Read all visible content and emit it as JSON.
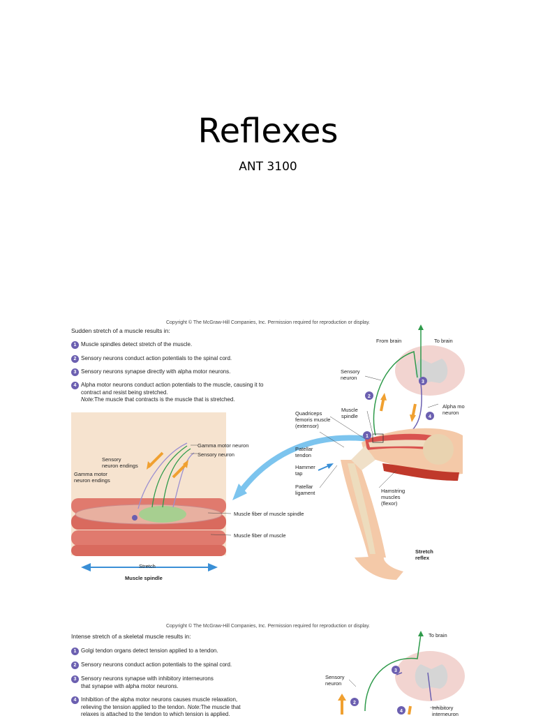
{
  "slide": {
    "title": "Reflexes",
    "subtitle": "ANT 3100"
  },
  "figure1": {
    "copyright": "Copyright © The McGraw-Hill Companies, Inc. Permission required for reproduction or display.",
    "intro": "Sudden stretch of a muscle results in:",
    "steps": [
      {
        "num": "1",
        "text": "Muscle spindles detect stretch of the muscle."
      },
      {
        "num": "2",
        "text": "Sensory neurons conduct action potentials to the spinal cord."
      },
      {
        "num": "3",
        "text": "Sensory neurons synapse directly with alpha motor neurons."
      },
      {
        "num": "4",
        "text": "Alpha motor neurons conduct action potentials to the muscle, causing it to"
      }
    ],
    "step4_cont": "contract and resist being stretched.",
    "note_label": "Note:",
    "note_text": " The muscle that contracts is the muscle that is stretched.",
    "labels": {
      "from_brain": "From brain",
      "to_brain": "To brain",
      "sensory_neuron_1": "Sensory",
      "sensory_neuron_2": "neuron",
      "alpha_1": "Alpha mo",
      "alpha_2": "neuron",
      "quad_1": "Quadriceps",
      "quad_2": "femoris muscle",
      "quad_3": "(extensor)",
      "muscle_spindle_1": "Muscle",
      "muscle_spindle_2": "spindle",
      "patellar_tendon_1": "Patellar",
      "patellar_tendon_2": "tendon",
      "hammer_1": "Hammer",
      "hammer_2": "tap",
      "patellar_lig_1": "Patellar",
      "patellar_lig_2": "ligament",
      "hamstring_1": "Hamstring",
      "hamstring_2": "muscles",
      "hamstring_3": "(flexor)",
      "stretch_reflex_1": "Stretch",
      "stretch_reflex_2": "reflex",
      "gamma_motor_neuron": "Gamma motor neuron",
      "sensory_neuron": "Sensory neuron",
      "sensory_endings_1": "Sensory",
      "sensory_endings_2": "neuron endings",
      "gamma_endings_1": "Gamma motor",
      "gamma_endings_2": "neuron endings",
      "fiber_spindle": "Muscle fiber of muscle spindle",
      "fiber_muscle": "Muscle fiber of muscle",
      "stretch": "Stretch",
      "muscle_spindle_caption": "Muscle spindle"
    },
    "markers": [
      "1",
      "2",
      "3",
      "4"
    ]
  },
  "figure2": {
    "copyright": "Copyright © The McGraw-Hill Companies, Inc. Permission required for reproduction or display.",
    "intro": "Intense stretch of a skeletal muscle results in:",
    "steps": [
      {
        "num": "1",
        "text": "Golgi tendon organs detect tension applied to a tendon."
      },
      {
        "num": "2",
        "text": "Sensory neurons conduct action potentials to the spinal cord."
      },
      {
        "num": "3",
        "text": "Sensory neurons synapse with inhibitory interneurons"
      },
      {
        "num": "4",
        "text": "Inhibition of the alpha motor neurons causes muscle relaxation,"
      }
    ],
    "step3_cont": "that synapse with alpha motor neurons.",
    "step4_cont": "relieving the tension applied to the tendon.",
    "note_label": "Note:",
    "note_text": " The muscle that",
    "step4_cont2": "relaxes is attached to the tendon to which tension is applied.",
    "labels": {
      "to_brain": "To brain",
      "sensory_1": "Sensory",
      "sensory_2": "neuron",
      "inhibitory_1": "Inhibitory",
      "inhibitory_2": "interneuron"
    },
    "markers": [
      "3",
      "2",
      "4"
    ]
  },
  "colors": {
    "step_circle": "#6b5fb0",
    "sensory_green": "#2e9a4a",
    "arrow_orange": "#f0a030",
    "arrow_blue": "#3a8fd6",
    "muscle_red": "#d9534f",
    "spinal_cord": "#f2d4d0"
  }
}
